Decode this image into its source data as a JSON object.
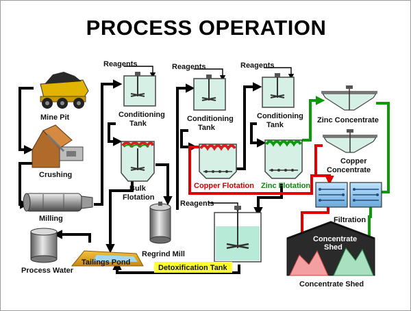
{
  "title": "PROCESS OPERATION",
  "labels": {
    "reagents_1": "Reagents",
    "reagents_2": "Reagents",
    "reagents_3": "Reagents",
    "reagents_4": "Reagents",
    "conditioning_1_line1": "Conditioning",
    "conditioning_1_line2": "Tank",
    "conditioning_2_line1": "Conditioning",
    "conditioning_2_line2": "Tank",
    "conditioning_3_line1": "Conditioning",
    "conditioning_3_line2": "Tank",
    "mine_pit": "Mine Pit",
    "crushing": "Crushing",
    "milling": "Milling",
    "bulk_flotation_line1": "Bulk",
    "bulk_flotation_line2": "Flotation",
    "copper_flotation": "Copper Flotation",
    "zinc_flotation": "Zinc Flotation",
    "zinc_concentrate": "Zinc Concentrate",
    "copper_concentrate_line1": "Copper",
    "copper_concentrate_line2": "Concentrate",
    "filtration": "Filtration",
    "regrind_mill": "Regrind Mill",
    "process_water": "Process Water",
    "tailings_pond": "Tailings Pond",
    "detoxification_tank": "Detoxification Tank",
    "concentrate_shed_sign_line1": "Concentrate",
    "concentrate_shed_sign_line2": "Shed",
    "concentrate_shed": "Concentrate Shed"
  },
  "colors": {
    "black_flow": "#000000",
    "copper_flow": "#e00000",
    "zinc_flow": "#0a9a0a",
    "tank_fill": "#d7f0e6",
    "detox_label_bg": "#ffff33"
  }
}
